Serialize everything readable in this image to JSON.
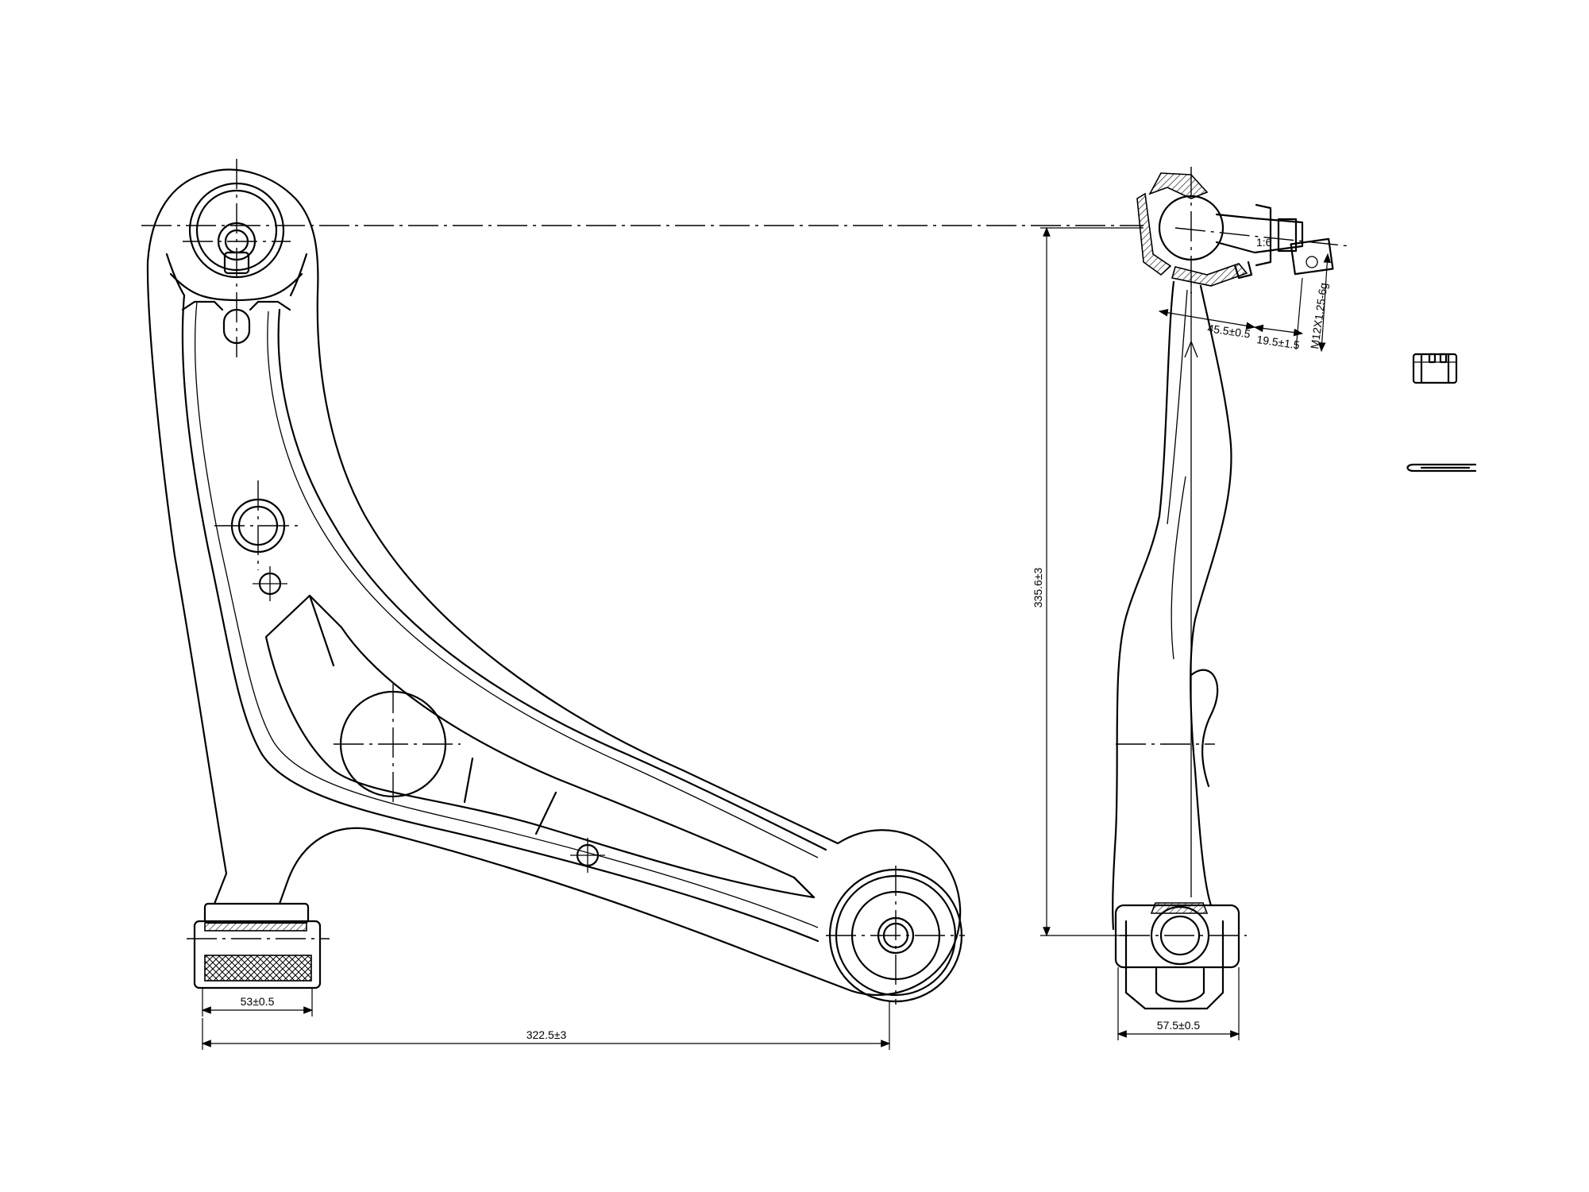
{
  "dimensions": {
    "bushing_width": "53±0.5",
    "overall_length": "322.5±3",
    "overall_height": "335.6±3",
    "side_bushing_width": "57.5±0.5",
    "ball_joint_offset": "45.5±0.5",
    "thread_length": "19.5±1.5",
    "thread_spec": "M12X1.25-6g",
    "taper_ratio": "1:6"
  }
}
